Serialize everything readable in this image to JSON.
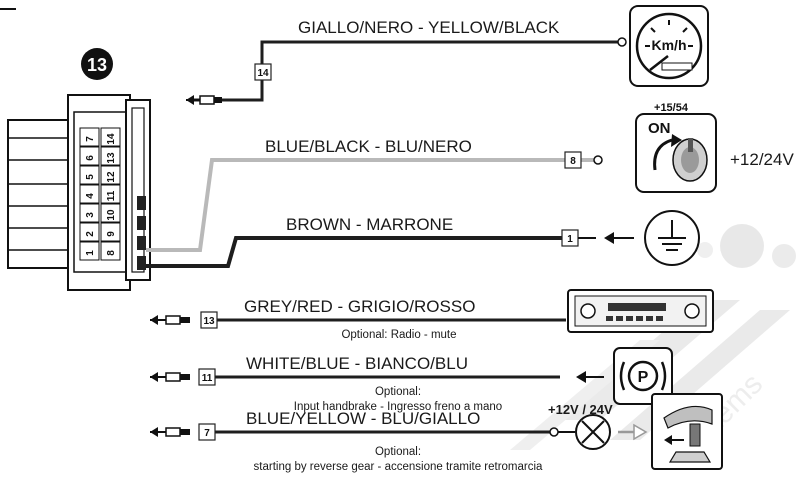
{
  "connector": {
    "number": "13",
    "pins_top": [
      "7",
      "6",
      "5",
      "4",
      "3",
      "2",
      "1"
    ],
    "pins_bottom": [
      "14",
      "13",
      "12",
      "11",
      "10",
      "9",
      "8"
    ]
  },
  "wires": {
    "speed": {
      "label": "GIALLO/NERO - YELLOW/BLACK",
      "pin": "14"
    },
    "ignition": {
      "label": "BLUE/BLACK - BLU/NERO",
      "pin": "8",
      "supply_label": "+15/54",
      "switch_label": "ON",
      "voltage": "+12/24V"
    },
    "ground": {
      "label": "BROWN - MARRONE",
      "pin": "1"
    },
    "mute": {
      "label": "GREY/RED - GRIGIO/ROSSO",
      "pin": "13",
      "note": "Optional: Radio - mute"
    },
    "handbrake": {
      "label": "WHITE/BLUE - BIANCO/BLU",
      "pin": "11",
      "note1": "Optional:",
      "note2": "Input handbrake - Ingresso freno a mano",
      "symbol": "P"
    },
    "reverse": {
      "label": "BLUE/YELLOW - BLU/GIALLO",
      "pin": "7",
      "voltage": "+12V / 24V",
      "note1": "Optional:",
      "note2": "starting by reverse gear - accensione tramite retromarcia"
    }
  },
  "speedometer": {
    "unit": "Km/h"
  },
  "colors": {
    "wire_dark": "#1e1e1e",
    "wire_grey": "#b9b9b9",
    "watermark": "#dcdcdc"
  }
}
